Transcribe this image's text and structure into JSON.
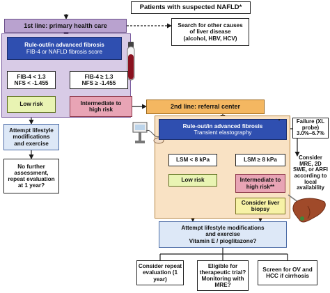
{
  "header": {
    "title": "Patients with suspected NAFLD*"
  },
  "first_line": {
    "title": "1st line: primary health care",
    "other_causes": [
      "Search for other causes",
      "of liver disease",
      "(alcohol, HBV, HCV)"
    ],
    "rule_box": [
      "Rule-out/in advanced fibrosis",
      "FIB-4 or NAFLD fibrosis score"
    ],
    "low_criteria": [
      "FIB-4 < 1.3",
      "NFS < -1.455"
    ],
    "high_criteria": [
      "FIB-4 ≥ 1.3",
      "NFS ≥ -1.455"
    ],
    "low_risk": "Low risk",
    "intermediate": [
      "Intermediate to",
      "high risk"
    ],
    "lifestyle": [
      "Attempt lifestyle",
      "modifications",
      "and exercise"
    ],
    "no_further": [
      "No further",
      "assessment,",
      "repeat evaluation",
      "at 1 year?"
    ]
  },
  "second_line": {
    "title": "2nd line: referral center",
    "rule_box": [
      "Rule-out/in advanced fibrosis",
      "Transient elastography"
    ],
    "failure": [
      "Failure (XL probe)",
      "3.0%–6.7%"
    ],
    "consider_mre": [
      "Consider MRE, 2D",
      "SWE, or ARFI",
      "according to",
      "local availability"
    ],
    "lsm_low": "LSM < 8 kPa",
    "lsm_high": "LSM ≥ 8 kPa",
    "low_risk": "Low risk",
    "intermediate": [
      "Intermediate to",
      "high risk**"
    ],
    "biopsy": [
      "Consider liver",
      "biopsy"
    ],
    "lifestyle": [
      "Attempt lifestyle modifications",
      "and exercise",
      "Vitamin E / pioglitazone?"
    ],
    "repeat_eval": [
      "Consider repeat",
      "evaluation (1 year)"
    ],
    "eligible": [
      "Eligible for",
      "therapeutic trial?",
      "Monitoring with",
      "MRE?"
    ],
    "screen": [
      "Screen for OV and",
      "HCC if cirrhosis"
    ]
  },
  "colors": {
    "purple": "#b9a2cf",
    "orange": "#f4b761",
    "blue": "#2f4fb0",
    "green": "#e9f4b3",
    "pink": "#e8a4b5",
    "yellow": "#f7f2a6",
    "light_blue": "#dde8f7"
  },
  "icons": [
    "blood-tube-icon",
    "fibroscan-device-icon",
    "liver-biopsy-icon"
  ]
}
